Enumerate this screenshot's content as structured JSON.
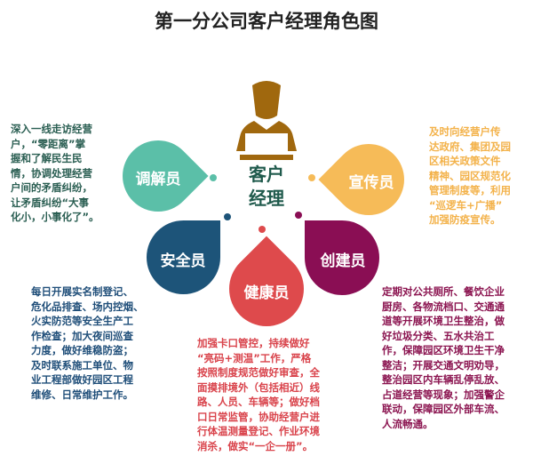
{
  "title": "第一分公司客户经理角色图",
  "center": {
    "line1": "客户",
    "line2": "经理",
    "icon": "person-laptop-icon"
  },
  "roles": [
    {
      "key": "mediator",
      "label": "调解员",
      "color": "#5bbfa8",
      "text_color": "#2a5e52",
      "lines": [
        "深入一线走访经营",
        "户，“零距离”掌",
        "握和了解民生民",
        "情，协调处理经营",
        "户间的矛盾纠纷，",
        "让矛盾纠纷“大事",
        "化小，小事化了”。"
      ]
    },
    {
      "key": "publicist",
      "label": "宣传员",
      "color": "#f6bb58",
      "text_color": "#f3b24a",
      "lines": [
        "及时向经营户传",
        "达政府、集团及园",
        "区相关政策文件",
        "精神、园区规范化",
        "管理制度等，利用",
        "“巡逻车+广播”",
        "加强防疫宣传。"
      ]
    },
    {
      "key": "safety",
      "label": "安全员",
      "color": "#1d5479",
      "text_color": "#1f4e79",
      "lines": [
        "每日开展实名制登记、",
        "危化品排查、场内控烟、",
        "火实防范等安全生产工",
        "作检查；加大夜间巡查",
        "力度，做好维稳防盗；",
        "及时联系施工单位、物",
        "业工程部做好园区工程",
        "维修、日常维护工作。"
      ]
    },
    {
      "key": "health",
      "label": "健康员",
      "color": "#de4a4c",
      "text_color": "#d9434b",
      "lines": [
        "加强卡口管控，持续做好",
        "“亮码+测温”工作，严格",
        "按照制度规范做好审查，全",
        "面摸排境外（包括相近）线",
        "路、人员、车辆等；做好档",
        "口日常监管，协助经营户进",
        "行体温测量登记、作业环境",
        "消杀，做实“一企一册”。"
      ]
    },
    {
      "key": "builder",
      "label": "创建员",
      "color": "#8a0e54",
      "text_color": "#8b1450",
      "lines": [
        "定期对公共厕所、餐饮企业",
        "厨房、各物流档口、交通通",
        "道等开展环境卫生整治，做",
        "好垃圾分类、五水共治工",
        "作，保障园区环境卫生干净",
        "整洁；开展交通文明劝导，",
        "整治园区内车辆乱停乱放、",
        "占道经营等现象；加强警企",
        "联动，保障园区外部车流、",
        "人流畅通。"
      ]
    }
  ]
}
